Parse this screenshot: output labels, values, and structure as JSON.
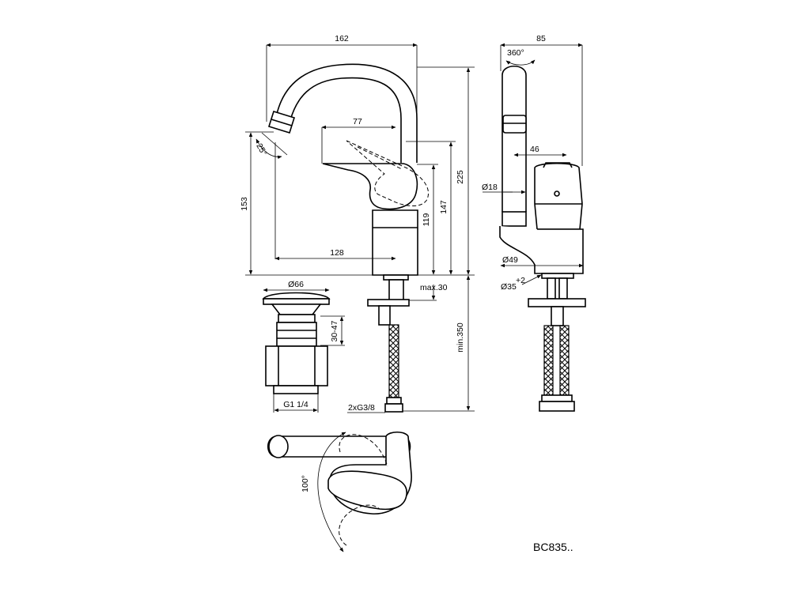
{
  "drawing": {
    "code": "BC835..",
    "side_view": {
      "width_total": "162",
      "height_total": "225",
      "spout_height": "153",
      "lever_offset": "77",
      "body_height": "147",
      "outlet_height": "119",
      "reach": "128",
      "deck_thickness": "max.30",
      "tail_length": "min.350",
      "connections": "2xG3/8",
      "spout_angle": "25°"
    },
    "front_view": {
      "width_total": "85",
      "swivel": "360°",
      "offset": "46",
      "spout_diameter": "Ø18",
      "base_diameter": "Ø49",
      "hole_diameter": "Ø35",
      "hole_tolerance": "+2"
    },
    "waste": {
      "cap_diameter": "Ø66",
      "adjust_range": "30-47",
      "thread": "G1 1/4"
    },
    "top_view": {
      "lever_angle": "100°"
    }
  }
}
